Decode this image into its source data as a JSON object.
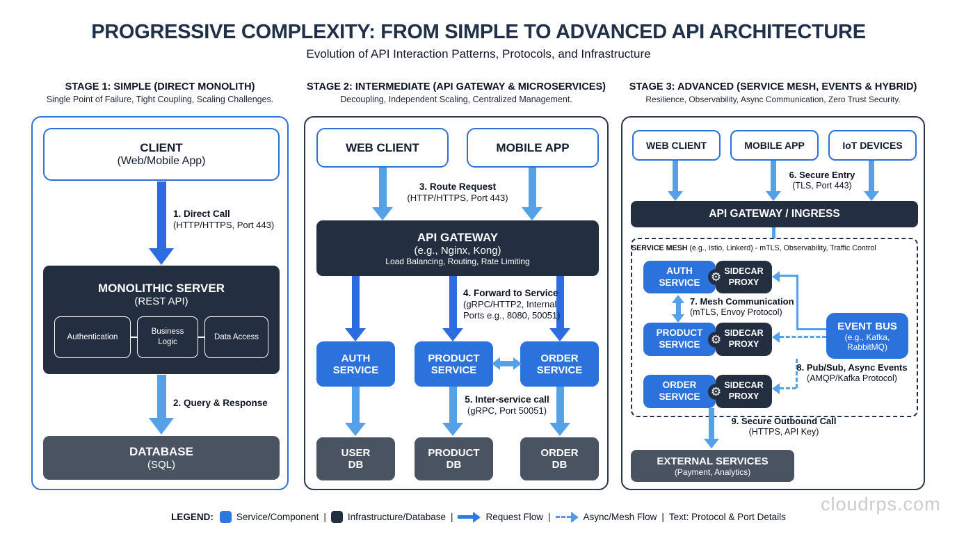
{
  "header": {
    "title": "PROGRESSIVE COMPLEXITY: FROM SIMPLE TO ADVANCED API ARCHITECTURE",
    "subtitle": "Evolution of API Interaction Patterns, Protocols, and Infrastructure"
  },
  "stage1": {
    "title": "STAGE 1: SIMPLE (DIRECT MONOLITH)",
    "subtitle": "Single Point of Failure, Tight Coupling, Scaling Challenges.",
    "client": {
      "l1": "CLIENT",
      "l2": "(Web/Mobile App)"
    },
    "flow1": {
      "label": "1. Direct Call",
      "detail": "(HTTP/HTTPS, Port 443)"
    },
    "monolith": {
      "l1": "MONOLITHIC SERVER",
      "l2": "(REST API)",
      "modules": [
        "Authentication",
        "Business Logic",
        "Data Access"
      ]
    },
    "flow2": {
      "label": "2. Query & Response"
    },
    "database": {
      "l1": "DATABASE",
      "l2": "(SQL)"
    }
  },
  "stage2": {
    "title": "STAGE 2: INTERMEDIATE (API GATEWAY & MICROSERVICES)",
    "subtitle": "Decoupling, Independent Scaling, Centralized Management.",
    "clients": [
      "WEB CLIENT",
      "MOBILE APP"
    ],
    "flow3": {
      "label": "3. Route Request",
      "detail": "(HTTP/HTTPS, Port 443)"
    },
    "gateway": {
      "l1": "API GATEWAY",
      "l2": "(e.g., Nginx, Kong)",
      "l3": "Load Balancing, Routing, Rate Limiting"
    },
    "flow4": {
      "label": "4. Forward to Service",
      "detail1": "(gRPC/HTTP2, Internal",
      "detail2": "Ports e.g., 8080, 50051)"
    },
    "services": [
      {
        "l1": "AUTH",
        "l2": "SERVICE"
      },
      {
        "l1": "PRODUCT",
        "l2": "SERVICE"
      },
      {
        "l1": "ORDER",
        "l2": "SERVICE"
      }
    ],
    "flow5": {
      "label": "5. Inter-service call",
      "detail": "(gRPC, Port 50051)"
    },
    "databases": [
      {
        "l1": "USER",
        "l2": "DB"
      },
      {
        "l1": "PRODUCT",
        "l2": "DB"
      },
      {
        "l1": "ORDER",
        "l2": "DB"
      }
    ]
  },
  "stage3": {
    "title": "STAGE 3: ADVANCED (SERVICE MESH, EVENTS & HYBRID)",
    "subtitle": "Resilience, Observability, Async Communication, Zero Trust Security.",
    "clients": [
      "WEB CLIENT",
      "MOBILE APP",
      "IoT DEVICES"
    ],
    "flow6": {
      "label": "6. Secure Entry",
      "detail": "(TLS, Port 443)"
    },
    "gateway": "API GATEWAY / INGRESS",
    "mesh": {
      "label": "SERVICE MESH",
      "detail": " (e.g., Istio, Linkerd) - mTLS, Observability, Traffic Control"
    },
    "rows": [
      {
        "service": {
          "l1": "AUTH",
          "l2": "SERVICE"
        },
        "sidecar": {
          "l1": "SIDECAR",
          "l2": "PROXY"
        }
      },
      {
        "service": {
          "l1": "PRODUCT",
          "l2": "SERVICE"
        },
        "sidecar": {
          "l1": "SIDECAR",
          "l2": "PROXY"
        }
      },
      {
        "service": {
          "l1": "ORDER",
          "l2": "SERVICE"
        },
        "sidecar": {
          "l1": "SIDECAR",
          "l2": "PROXY"
        }
      }
    ],
    "flow7": {
      "label": "7. Mesh Communication",
      "detail": "(mTLS, Envoy Protocol)"
    },
    "eventBus": {
      "l1": "EVENT BUS",
      "l2": "(e.g., Kafka,",
      "l3": "RabbitMQ)"
    },
    "flow8": {
      "label": "8. Pub/Sub, Async Events",
      "detail": "(AMQP/Kafka Protocol)"
    },
    "flow9": {
      "label": "9. Secure Outbound Call",
      "detail": "(HTTPS, API Key)"
    },
    "external": {
      "l1": "EXTERNAL SERVICES",
      "l2": "(Payment, Analytics)"
    }
  },
  "legend": {
    "label": "LEGEND:",
    "sep": "|",
    "service": "Service/Component",
    "infra": "Infrastructure/Database",
    "request": "Request Flow",
    "async": "Async/Mesh Flow",
    "note": "Text: Protocol & Port Details"
  },
  "icons": {
    "gear": "⚙"
  },
  "colors": {
    "serviceBlue": "#2b72dc",
    "lightBlue": "#55a1e8",
    "vividBlue": "#2b6ce0",
    "navy": "#232f40",
    "slate": "#4a5361",
    "borderBlue": "#2e6fd8",
    "titleNavy": "#203049"
  },
  "watermark": "cloudrps.com"
}
